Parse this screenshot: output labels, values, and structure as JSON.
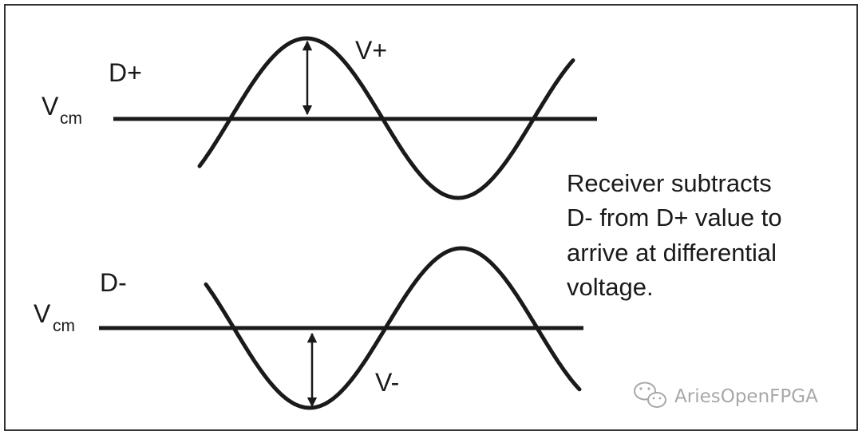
{
  "top_panel": {
    "signal_label": "D+",
    "amplitude_label": "V+",
    "common_mode_label": "V",
    "common_mode_subscript": "cm"
  },
  "bottom_panel": {
    "signal_label": "D-",
    "amplitude_label": "V-",
    "common_mode_label": "V",
    "common_mode_subscript": "cm"
  },
  "explanation": {
    "lines": [
      "Receiver subtracts",
      "D- from D+ value to",
      "arrive at differential",
      "voltage."
    ]
  },
  "watermark": {
    "text": "AriesOpenFPGA",
    "icon": "wechat-icon"
  },
  "colors": {
    "stroke": "#1a1a1a",
    "frame": "#333333",
    "watermark": "#a8a8a8"
  }
}
